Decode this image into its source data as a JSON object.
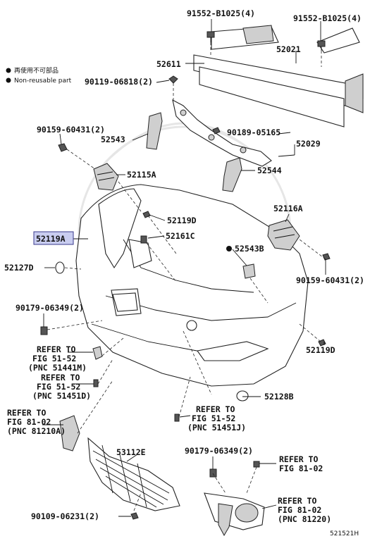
{
  "legend": {
    "non_reusable_jp": "再使用不可部品",
    "non_reusable_en": "Non-reusable part"
  },
  "parts": {
    "p91552_left": "91552-B1025(4)",
    "p91552_right": "91552-B1025(4)",
    "p52021": "52021",
    "p52611": "52611",
    "p90119": "90119-06818(2)",
    "p90159_left": "90159-60431(2)",
    "p52543": "52543",
    "p90189": "90189-05165",
    "p52029": "52029",
    "p52115a": "52115A",
    "p52544": "52544",
    "p52116a": "52116A",
    "p52119d_top": "52119D",
    "p52119a": "52119A",
    "p52161c": "52161C",
    "p52543b": "52543B",
    "p52127d": "52127D",
    "p90159_right": "90159-60431(2)",
    "p90179_left": "90179-06349(2)",
    "p52119d_bottom": "52119D",
    "p52128b": "52128B",
    "p53112e": "53112E",
    "p90179_bottom": "90179-06349(2)",
    "p90109": "90109-06231(2)"
  },
  "refs": {
    "r1": [
      "REFER TO",
      "FIG 51-52",
      "(PNC 51441M)"
    ],
    "r2": [
      "REFER TO",
      "FIG 51-52",
      "(PNC 51451D)"
    ],
    "r3": [
      "REFER TO",
      "FIG 81-02",
      "(PNC 81210A)"
    ],
    "r4": [
      "REFER TO",
      "FIG 51-52",
      "(PNC 51451J)"
    ],
    "r5": [
      "REFER TO",
      "FIG 81-02"
    ],
    "r6": [
      "REFER TO",
      "FIG 81-02",
      "(PNC 81220)"
    ]
  },
  "figure_id": "521521H",
  "colors": {
    "highlight": "#c9cdf0",
    "highlight_border": "#3a3a8c",
    "ink": "#111111"
  }
}
